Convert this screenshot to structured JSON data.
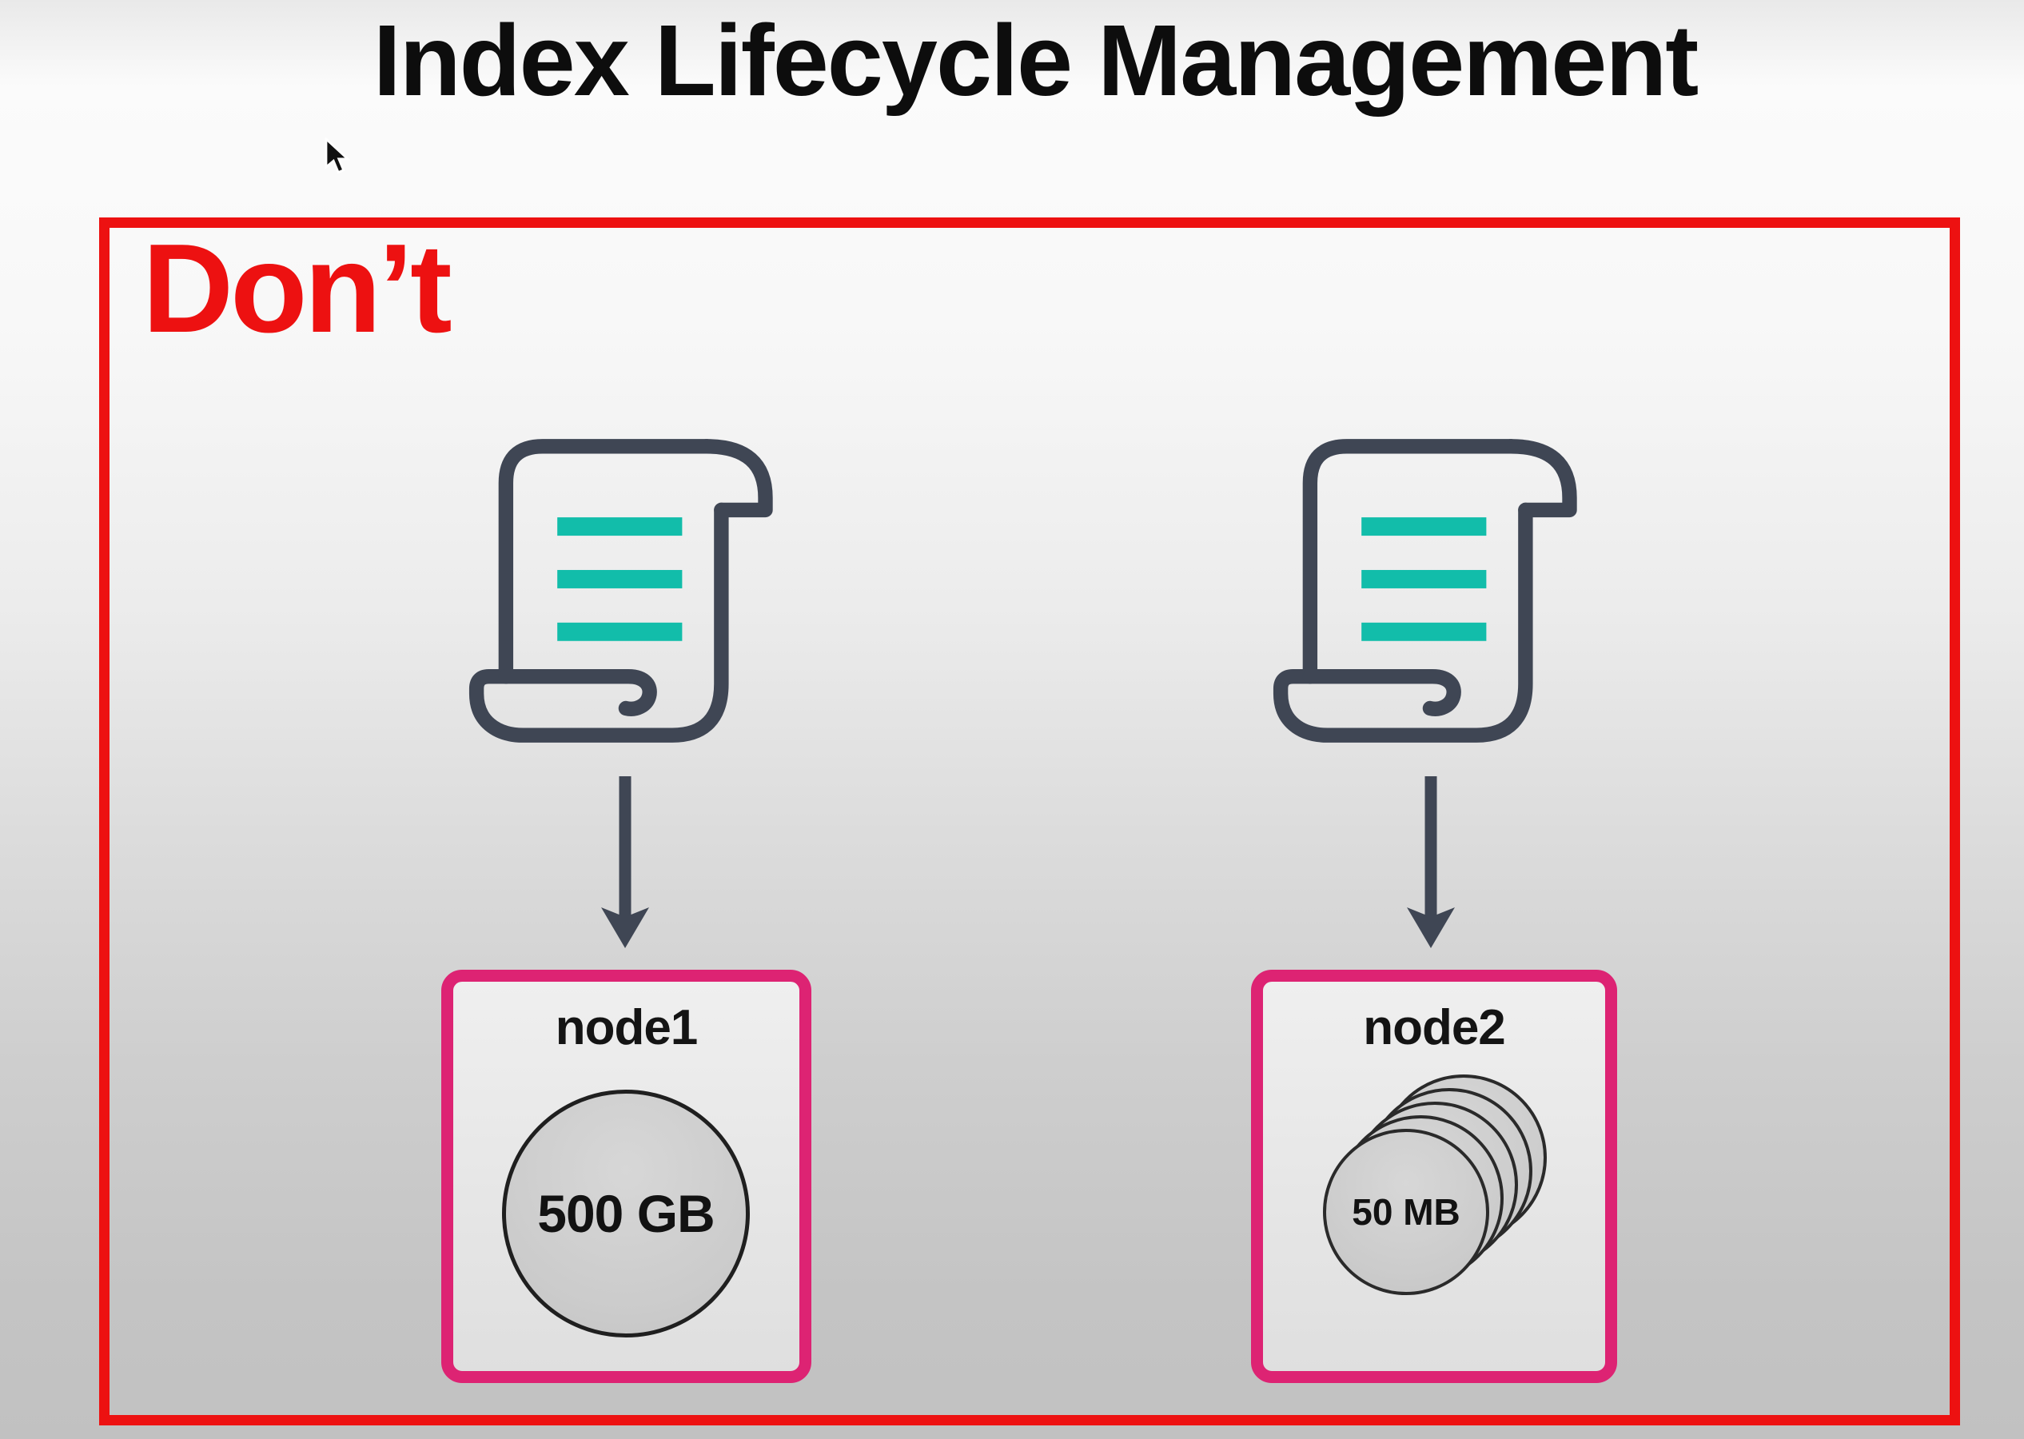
{
  "title": {
    "text": "Index Lifecycle Management"
  },
  "warning": {
    "label": "Don’t"
  },
  "nodes": [
    {
      "label": "node1",
      "disk": {
        "size": "500 GB",
        "count": 1
      }
    },
    {
      "label": "node2",
      "disk": {
        "size": "50 MB",
        "count": 5
      }
    }
  ],
  "icons": {
    "scroll": "index-policy-scroll-icon",
    "arrow": "down-arrow-icon",
    "cursor": "mouse-pointer-icon"
  },
  "colors": {
    "red": "#ed1111",
    "pink": "#dd2373",
    "teal": "#12bdaa",
    "slate": "#3f4654",
    "node_fill_top": "#efefef",
    "node_fill_bottom": "#dfdfdf",
    "disk_fill": "#cbcbcb"
  }
}
